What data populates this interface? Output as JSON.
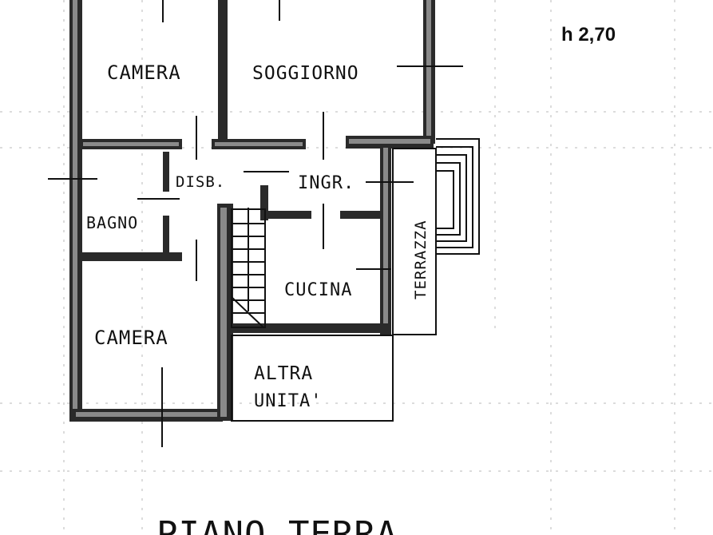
{
  "height_label": "h 2,70",
  "rooms": {
    "camera_top": "CAMERA",
    "soggiorno": "SOGGIORNO",
    "disb": "DISB.",
    "ingr": "INGR.",
    "bagno": "BAGNO",
    "terrazza": "TERRAZZA",
    "cucina": "CUCINA",
    "camera_bottom": "CAMERA",
    "altra_line1": "ALTRA",
    "altra_line2": "UNITA'"
  },
  "floor_label": "PIANO TERRA"
}
